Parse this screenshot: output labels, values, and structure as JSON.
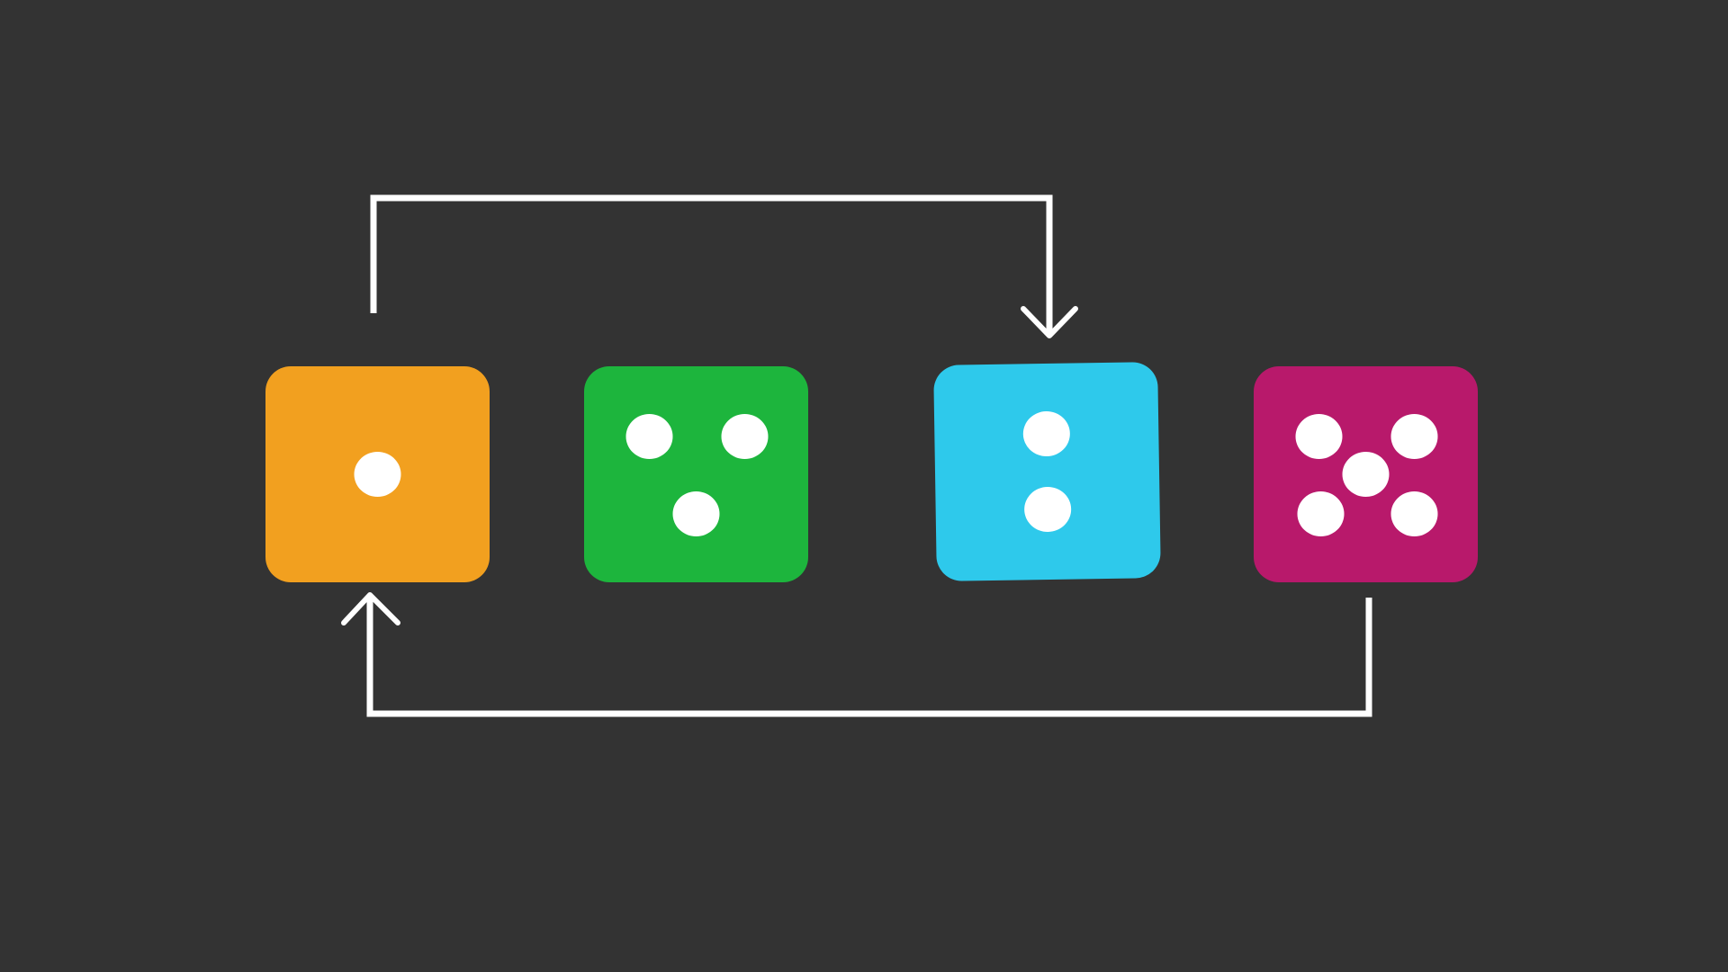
{
  "background": "#333333",
  "connector_color": "#ffffff",
  "dice": [
    {
      "name": "orange-die",
      "face_value": 1,
      "color": "#f2a01f"
    },
    {
      "name": "green-die",
      "face_value": 3,
      "color": "#1db53d"
    },
    {
      "name": "cyan-die",
      "face_value": 2,
      "color": "#2ec9eb"
    },
    {
      "name": "magenta-die",
      "face_value": 5,
      "color": "#b8196b"
    }
  ],
  "arrows": [
    {
      "name": "arrow-orange-to-cyan",
      "from": "orange-die",
      "to": "cyan-die"
    },
    {
      "name": "arrow-magenta-to-orange",
      "from": "magenta-die",
      "to": "orange-die"
    }
  ]
}
